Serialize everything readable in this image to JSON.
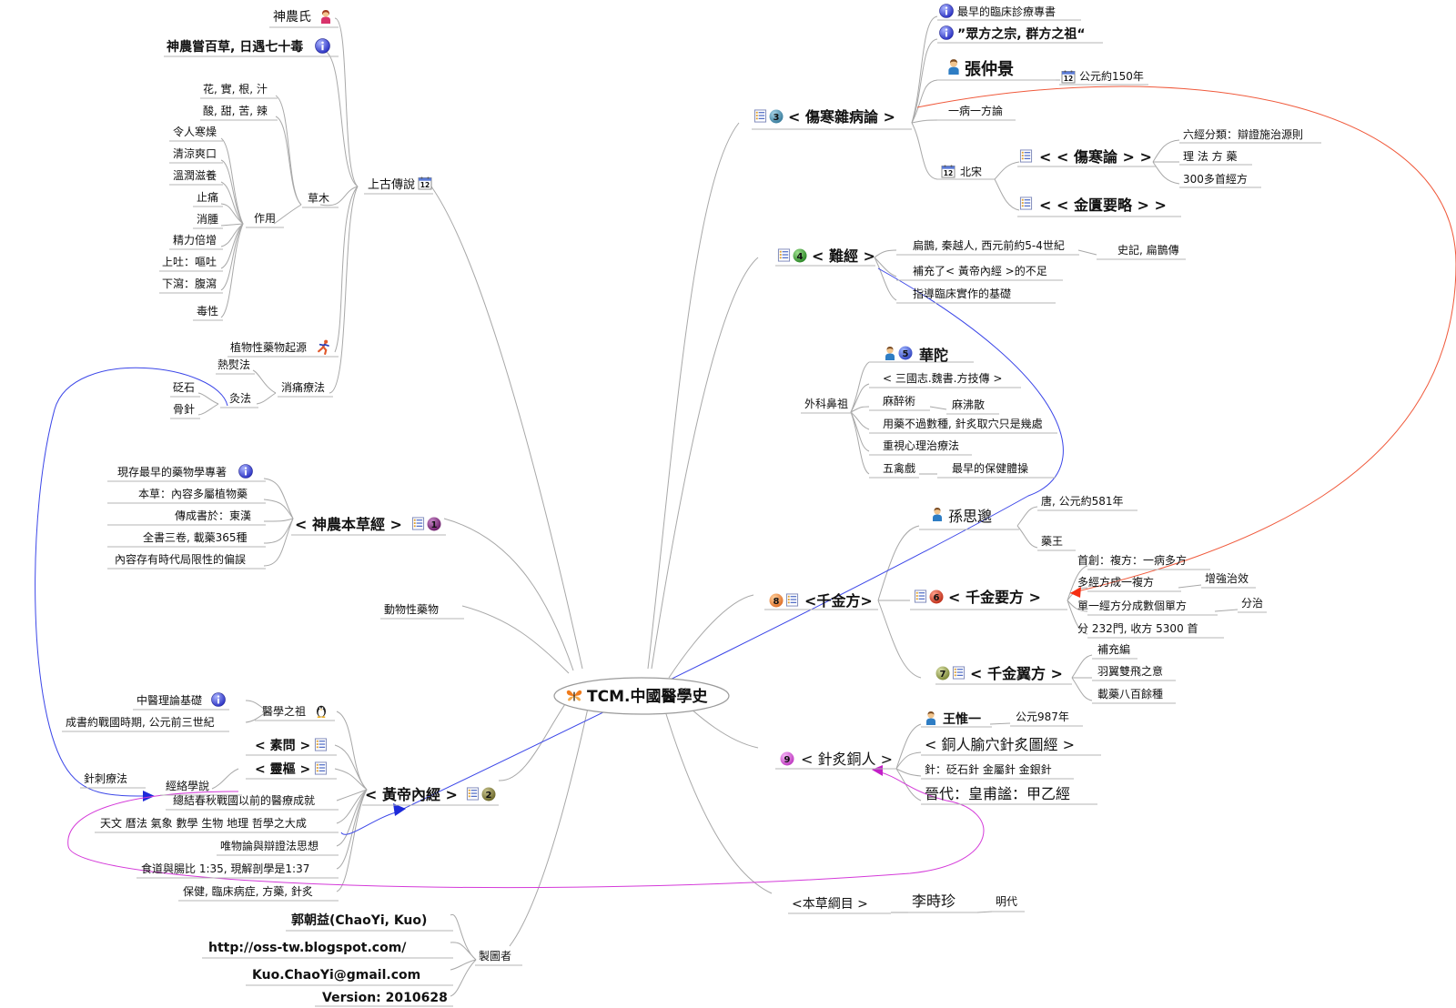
{
  "center": "TCM.中國醫學史",
  "left": {
    "ancient": {
      "label": "上古傳說",
      "shennong": "神農氏",
      "tasting": "神農嘗百草, 日遇七十毒",
      "herbs": {
        "label": "草木",
        "parts": "花, 實, 根, 汁",
        "tastes": "酸, 甜, 苦, 辣",
        "effect": {
          "label": "作用",
          "items": [
            "令人寒燥",
            "清涼爽口",
            "溫潤滋養",
            "止痛",
            "消腫",
            "精力倍增",
            "上吐：嘔吐",
            "下瀉：腹瀉",
            "毒性"
          ]
        }
      },
      "plant_origin": "植物性藥物起源",
      "pain_relief": {
        "label": "消痛療法",
        "hot_compress": "熱熨法",
        "moxa": "灸法",
        "moxa_items": [
          "砭石",
          "骨針"
        ]
      }
    },
    "bencao": {
      "label": "< 神農本草經 >",
      "items": [
        "現存最早的藥物學專著",
        "本草：內容多屬植物藥",
        "傳成書於：東漢",
        "全書三卷, 載藥365種",
        "內容存有時代局限性的偏誤"
      ]
    },
    "animal": "動物性藥物",
    "neijing": {
      "label": "< 黃帝內經 >",
      "ancestor": {
        "label": "醫學之祖",
        "items": [
          "中醫理論基礎",
          "成書約戰國時期, 公元前三世紀"
        ]
      },
      "suwen": "< 素問 >",
      "lingshu": {
        "label": "< 靈樞 >",
        "meridian": "經絡學說",
        "acupuncture": "針刺療法"
      },
      "items": [
        "總結春秋戰國以前的醫療成就",
        "天文 曆法 氣象 數學 生物 地理 哲學之大成",
        "唯物論與辯證法思想",
        "食道與腸比 1:35, 現解剖學是1:37",
        "保健, 臨床病症, 方藥, 針炙"
      ]
    },
    "author": {
      "label": "製圖者",
      "name": "郭朝益(ChaoYi, Kuo)",
      "blog": "http://oss-tw.blogspot.com/",
      "email": "Kuo.ChaoYi@gmail.com",
      "version": "Version: 2010628"
    }
  },
  "right": {
    "shanghan": {
      "label": "< 傷寒雜病論 >",
      "earliest": "最早的臨床診療專書",
      "ancestor_quote": "”眾方之宗, 群方之祖“",
      "zhang": "張仲景",
      "zhang_year": "公元約150年",
      "one_disease": "一病一方論",
      "song": "北宋",
      "shanghanlun": {
        "label": "< < 傷寒論 > >",
        "items": [
          "六經分類：辯證施治源則",
          "理 法 方 藥",
          "300多首經方"
        ]
      },
      "jingui": "< < 金匱要略 > >"
    },
    "nanjing": {
      "label": "< 難經 >",
      "bianque": "扁鵲, 秦越人, 西元前約5-4世紀",
      "shiji": "史記, 扁鵲傳",
      "supplement": "補充了< 黃帝內經 >的不足",
      "guide": "指導臨床實作的基礎"
    },
    "surgery": {
      "label": "外科鼻祖",
      "huatuo": "華陀",
      "sanguozhi": "< 三國志.魏書.方技傳 >",
      "anesthesia": "麻醉術",
      "mafeisan": "麻沸散",
      "few_drugs": "用藥不過數種, 針炙取穴只是幾處",
      "psych": "重視心理治療法",
      "wuqinxi": "五禽戲",
      "fitness": "最早的保健體操"
    },
    "qianjin": {
      "label": "<千金方>",
      "sun": "孫思邈",
      "sun_tang": "唐, 公元約581年",
      "yaowang": "藥王",
      "yaofang": {
        "label": "< 千金要方 >",
        "first": "首創：複方：一病多方",
        "combine": "多經方成一複方",
        "enhance": "增強治效",
        "split": "單一經方分成數個單方",
        "split_note": "分治",
        "count": "分 232門, 收方 5300 首"
      },
      "yifang": {
        "label": "< 千金翼方 >",
        "items": [
          "補充編",
          "羽翼雙飛之意",
          "載藥八百餘種"
        ]
      }
    },
    "acu_figure": {
      "label": "< 針炙銅人 >",
      "wang": "王惟一",
      "wang_year": "公元987年",
      "tongren": "< 銅人腧穴針炙圖經 >",
      "needles": "針：砭石針 金屬針 金銀針",
      "jin": "晉代：皇甫謐：甲乙經"
    },
    "gangmu": {
      "label": "<本草綱目 >",
      "li": "李時珍",
      "ming": "明代"
    }
  },
  "badges": [
    "1",
    "2",
    "3",
    "4",
    "5",
    "6",
    "7",
    "8",
    "9"
  ],
  "icons": [
    "butterfly-icon",
    "info-icon",
    "calendar-icon",
    "person-icon",
    "list-icon",
    "linux-penguin-icon",
    "running-figure-icon"
  ],
  "colors": {
    "info": "#3f46d6",
    "link_red": "#f05a3c",
    "link_blue": "#3b46e8",
    "link_magenta": "#d43ad9",
    "branch": "#a8a8a8"
  }
}
